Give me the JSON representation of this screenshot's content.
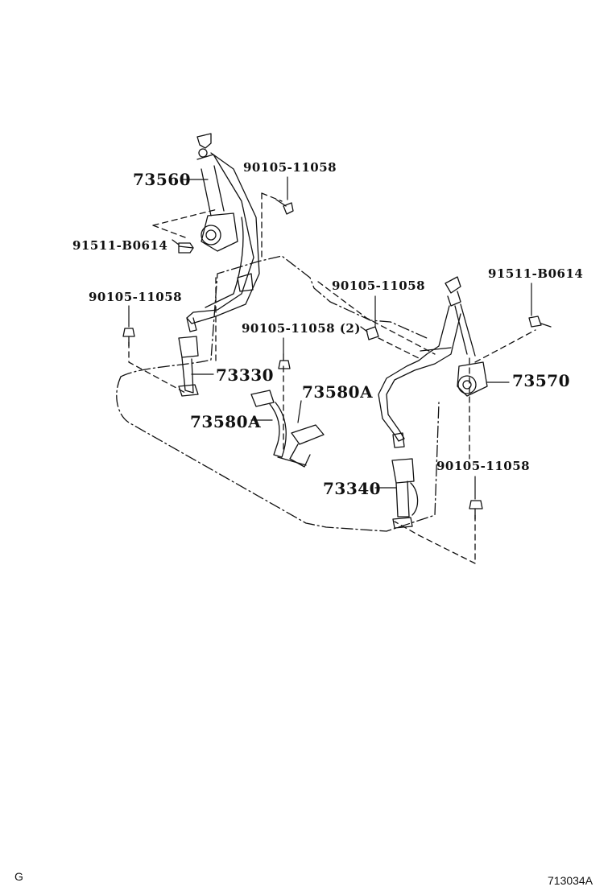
{
  "labels": {
    "retractor_left": "73560",
    "bolt_left_top": "90105-11058",
    "nut_left": "91511-B0614",
    "bolt_left_mid": "90105-11058",
    "bolt_center": "90105-11058 (2)",
    "buckle_left": "73330",
    "buckle_center_a": "73580A",
    "buckle_center_b": "73580A",
    "bolt_right_top": "90105-11058",
    "nut_right": "91511-B0614",
    "retractor_right": "73570",
    "bolt_right_bottom": "90105-11058",
    "buckle_right": "73340"
  },
  "footer": {
    "left_code": "G",
    "right_code": "713034A"
  }
}
